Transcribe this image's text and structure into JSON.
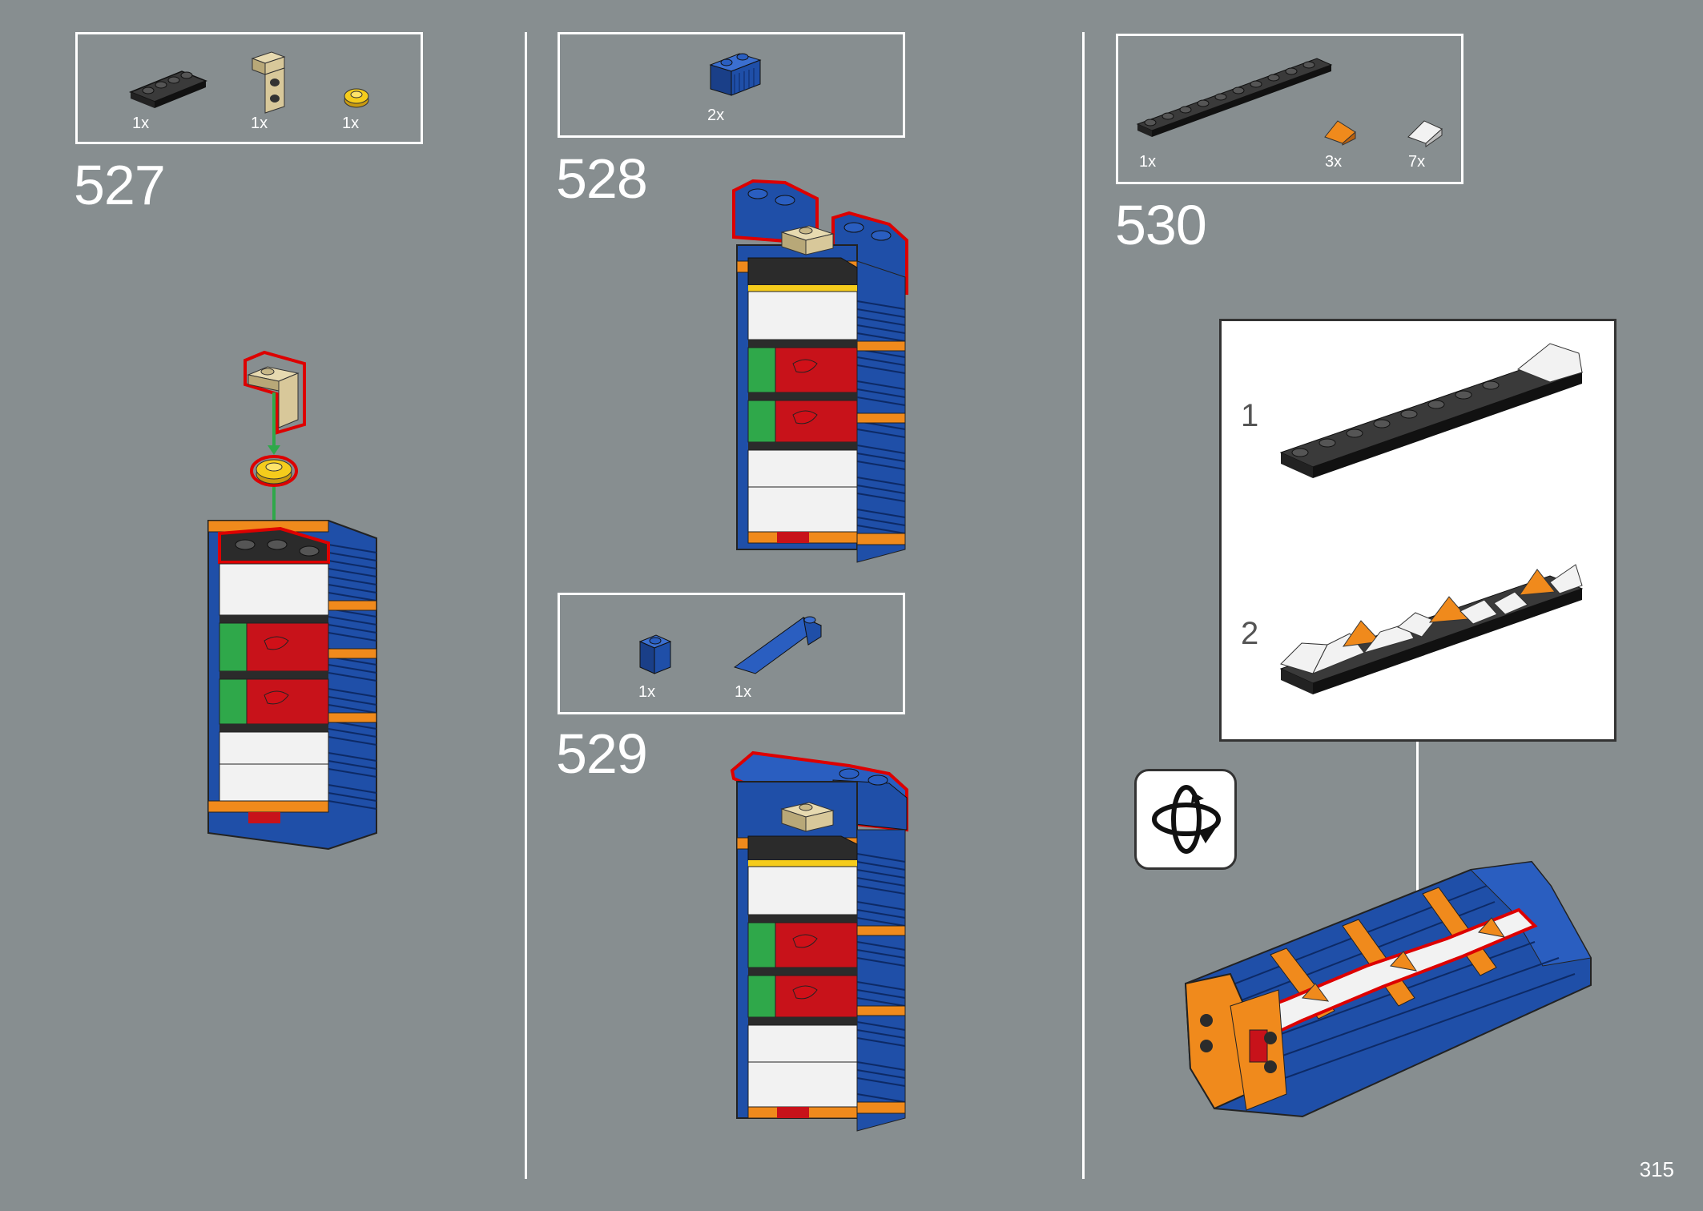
{
  "page_number": "315",
  "steps": [
    {
      "number": "527",
      "parts": [
        {
          "name": "plate-1x4-black",
          "qty": "1x"
        },
        {
          "name": "bracket-tan",
          "qty": "1x"
        },
        {
          "name": "round-plate-yellow",
          "qty": "1x"
        }
      ]
    },
    {
      "number": "528",
      "parts": [
        {
          "name": "grille-brick-blue",
          "qty": "2x"
        }
      ]
    },
    {
      "number": "529",
      "parts": [
        {
          "name": "brick-1x1-blue",
          "qty": "1x"
        },
        {
          "name": "slope-long-blue",
          "qty": "1x"
        }
      ]
    },
    {
      "number": "530",
      "parts": [
        {
          "name": "plate-1x10-black",
          "qty": "1x"
        },
        {
          "name": "slope-orange",
          "qty": "3x"
        },
        {
          "name": "slope-white",
          "qty": "7x"
        }
      ]
    }
  ],
  "substeps": [
    "1",
    "2"
  ],
  "icons": {
    "rotate": "rotate-model-icon"
  },
  "colors": {
    "background": "#878e90",
    "blue": "#1f4fa8",
    "orange": "#f08a1c",
    "red": "#c8121a",
    "black": "#2b2b2b",
    "white": "#f2f2f2",
    "tan": "#d8c89a",
    "green": "#2fa84a"
  }
}
